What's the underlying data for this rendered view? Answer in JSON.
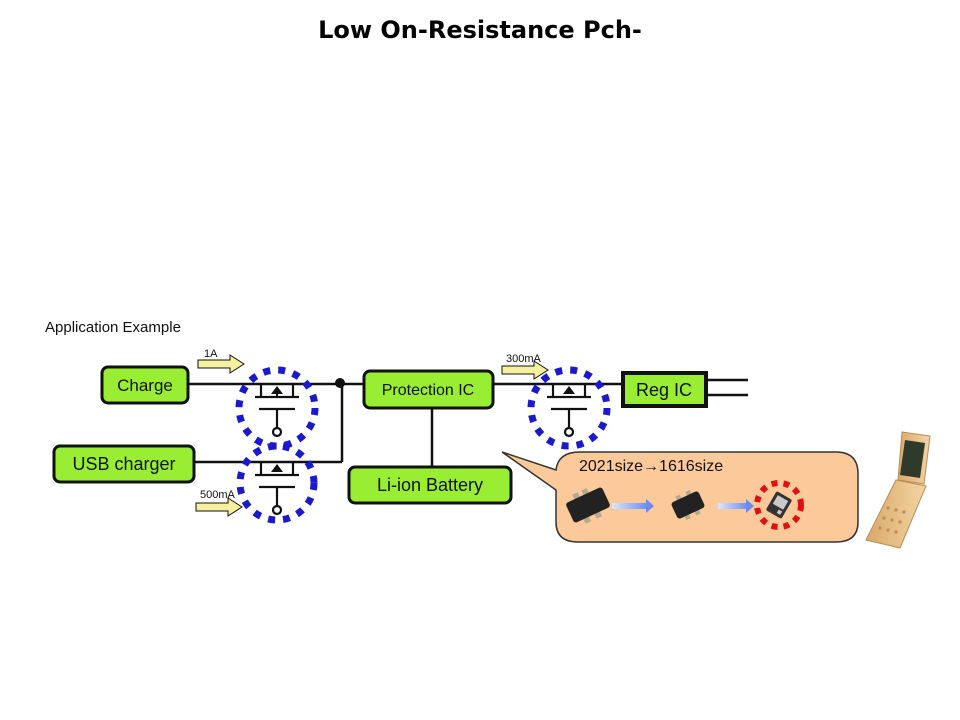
{
  "slide": {
    "title": "Low On-Resistance Pch-",
    "section_label": "Application Example"
  },
  "diagram": {
    "blocks": {
      "charge": "Charge",
      "usb_charger": "USB charger",
      "protection_ic": "Protection IC",
      "li_ion_battery": "Li-ion Battery",
      "reg_ic": "Reg IC"
    },
    "currents": {
      "charge_current": "1A",
      "usb_current": "500mA",
      "output_current": "300mA"
    },
    "callout": {
      "text": "2021size→1616size",
      "package_steps": [
        "2021 package",
        "intermediate package",
        "1616 package"
      ]
    },
    "colors": {
      "block_fill": "#99ee33",
      "highlight_ring": "#1a1acc",
      "new_package_ring": "#e01010",
      "callout_fill": "#fcc99b",
      "current_arrow_fill": "#f5f0a0"
    }
  }
}
